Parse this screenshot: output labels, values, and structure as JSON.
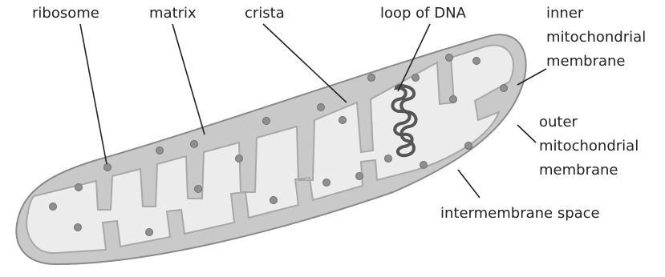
{
  "labels": {
    "ribosome": "ribosome",
    "matrix": "matrix",
    "crista": "crista",
    "loop_of_dna": "loop of DNA",
    "inner_membrane": [
      "inner",
      "mitochondrial",
      "membrane"
    ],
    "outer_membrane": [
      "outer",
      "mitochondrial",
      "membrane"
    ],
    "intermembrane_space": "intermembrane space"
  },
  "colors": {
    "outer_membrane_fill": "#c9c9c9",
    "outer_membrane_stroke": "#8a8a8a",
    "matrix_fill": "#ececec",
    "inner_membrane_stroke": "#a8a8a8",
    "ribosome": "#8f8f8f",
    "dna": "#555555",
    "leader_lines": "#222222"
  }
}
